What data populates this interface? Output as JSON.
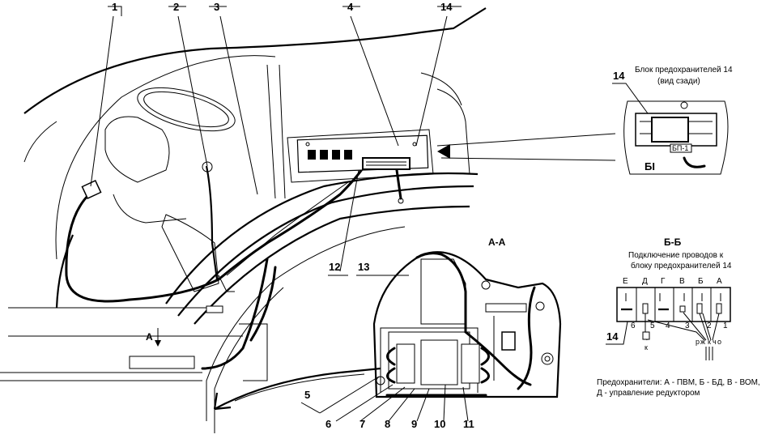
{
  "callouts": {
    "n1": "1",
    "n2": "2",
    "n3": "3",
    "n4": "4",
    "n14_top": "14",
    "n5": "5",
    "n6": "6",
    "n7": "7",
    "n8": "8",
    "n9": "9",
    "n10": "10",
    "n11": "11",
    "n12": "12",
    "n13": "13"
  },
  "section_aa": {
    "title": "А-А",
    "view_marker": "А"
  },
  "fuse_block_rear": {
    "title_line1": "Блок предохранителей 14",
    "title_line2": "(вид сзади)",
    "callout": "14",
    "marker": "БI",
    "label": "БП-1"
  },
  "section_bb": {
    "title": "Б-Б",
    "subtitle_line1": "Подключение проводов к",
    "subtitle_line2": "блоку предохранителей 14",
    "slot_letters": [
      "Е",
      "Д",
      "Г",
      "В",
      "Б",
      "А"
    ],
    "wire_numbers": [
      "6",
      "5",
      "4",
      "3",
      "2",
      "1"
    ],
    "callout": "14",
    "wire_colors": [
      "р",
      "ж",
      "к",
      "ч",
      "о"
    ],
    "bottom_wire": "к"
  },
  "fuse_legend": {
    "line1": "Предохранители: А - ПВМ, Б - БД, В - ВОМ,",
    "line2": "Д - управление редуктором"
  }
}
